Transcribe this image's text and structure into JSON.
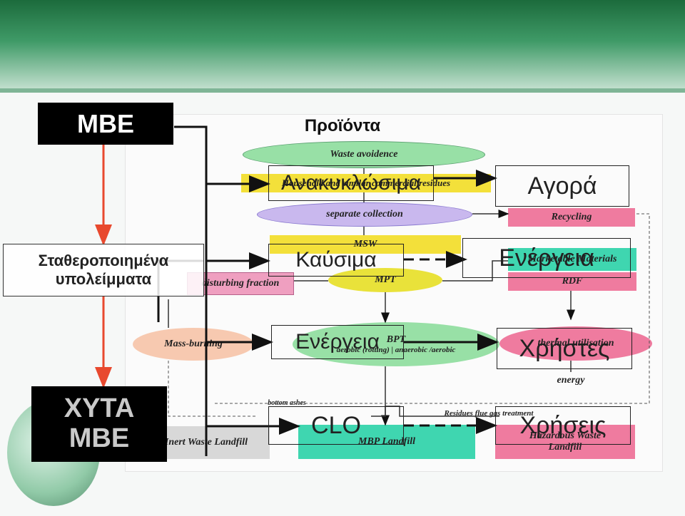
{
  "side_boxes": {
    "mbe": "ΜΒΕ",
    "stabilized": [
      "Σταθεροποιημένα",
      "υπολείμματα"
    ],
    "xyta": [
      "ΧΥΤΑ",
      "ΜΒΕ"
    ]
  },
  "products_title": "Προϊόντα",
  "overlays": {
    "recyclables": "Ανακυκλώσιμα",
    "market": "Αγορά",
    "fuels": "Καύσιμα",
    "energy1": "Ενέργεια",
    "energy2": "Ενέργεια",
    "users": "Χρήστες",
    "clo": "CLO",
    "uses": "Χρήσεις"
  },
  "diagram": {
    "waste_avoidance": "Waste avoidence",
    "household": "Household and similar commercial residues",
    "separate_collection": "separate collection",
    "recycling": "Recycling",
    "msw": "MSW",
    "mpt": "MPT",
    "disturbing_fraction": "disturbing fraction",
    "materials": "Marketable Materials",
    "rdf": "RDF",
    "mass_burning": "Mass-burning",
    "bpt": "BPT",
    "bpt_sub": "aerobic (rotting)  |  anaerobic /aerobic",
    "thermal": "thermal utilisation",
    "energy": "energy",
    "bottom_ashes": "bottom ashes",
    "residues_flue": "Residues flue gas treatment",
    "inert_landfill": "Inert Waste Landfill",
    "mbp_landfill": "MBP Landfill",
    "hazardous": "Hazardous Waste",
    "landfill": "Landfill"
  },
  "colors": {
    "header": "#2f8a56",
    "accent_arrow": "#e8492e",
    "yellow": "#f3e03a",
    "teal": "#3fd6b0",
    "pink": "#ef7b9f",
    "lavender": "#c9b8ee",
    "green": "#98e0a6",
    "gray": "#d8d8d8"
  }
}
